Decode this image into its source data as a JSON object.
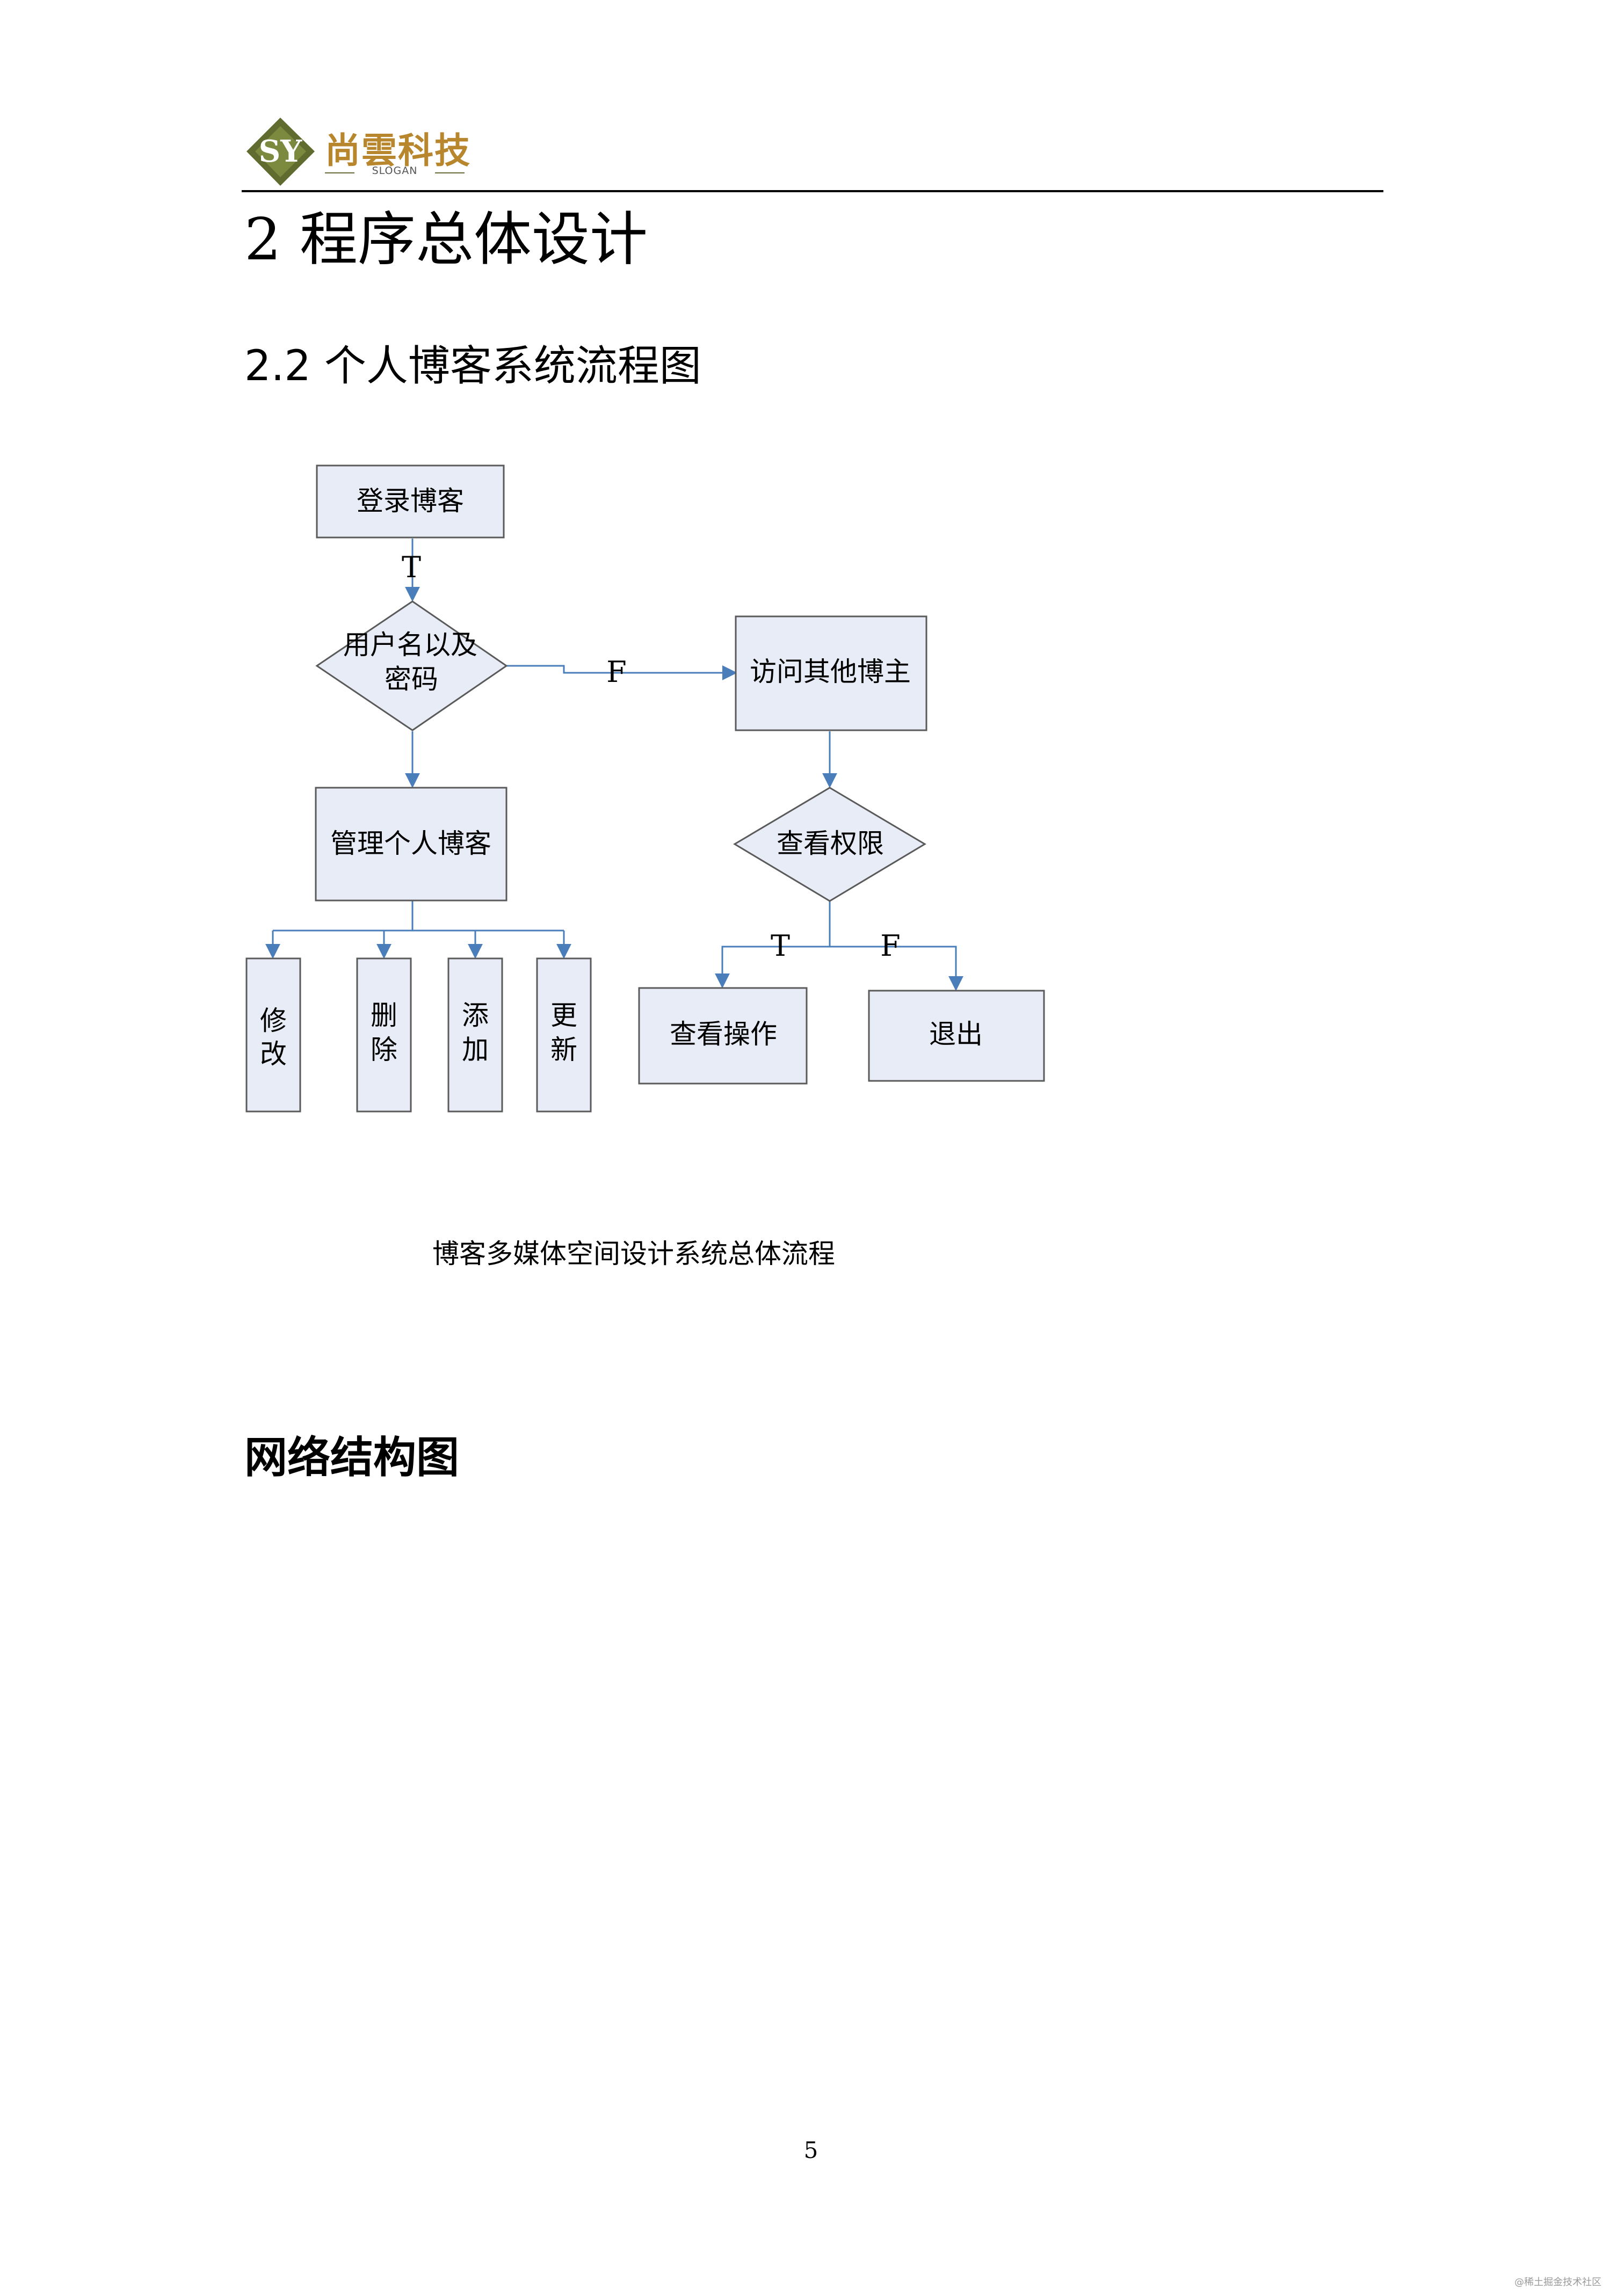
{
  "header": {
    "logo": {
      "monogram": "SY",
      "company": "尚雲科技",
      "slogan": "SLOGAN"
    }
  },
  "heading1": "2 程序总体设计",
  "heading2": "2.2 个人博客系统流程图",
  "flowchart": {
    "nodes": {
      "login": "登录博客",
      "credentials_line1": "用户名以及",
      "credentials_line2": "密码",
      "manage": "管理个人博客",
      "modify_1": "修",
      "modify_2": "改",
      "delete_1": "删",
      "delete_2": "除",
      "add_1": "添",
      "add_2": "加",
      "update_1": "更",
      "update_2": "新",
      "visit": "访问其他博主",
      "permission": "查看权限",
      "view_op": "查看操作",
      "exit": "退出"
    },
    "labels": {
      "login_true": "T",
      "cred_false": "F",
      "perm_true": "T",
      "perm_false": "F"
    },
    "colors": {
      "fill": "#e8ecf6",
      "stroke": "#5a5a5a",
      "connector": "#4a7ebb"
    }
  },
  "caption": "博客多媒体空间设计系统总体流程",
  "heading3": "网络结构图",
  "page_number": "5",
  "watermark": "@稀土掘金技术社区"
}
